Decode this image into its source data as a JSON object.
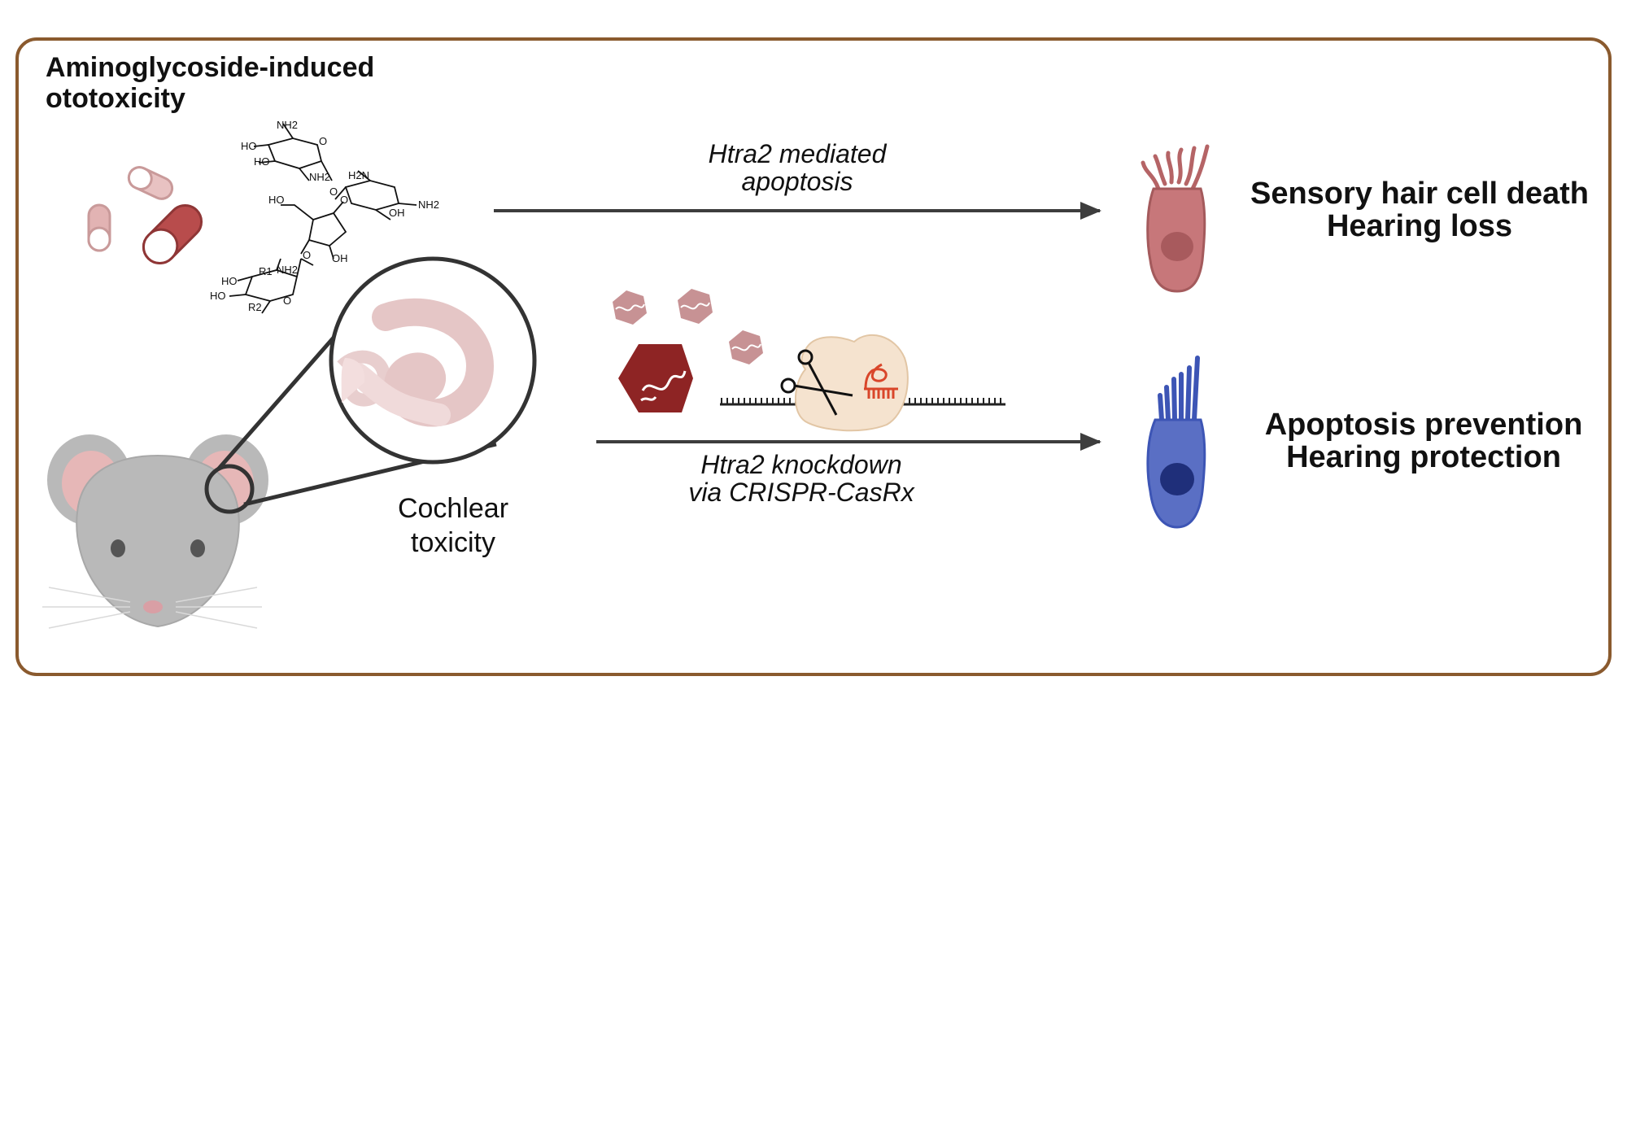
{
  "panel": {
    "title_line1": "Aminoglycoside-induced",
    "title_line2": "ototoxicity"
  },
  "top_path": {
    "arrow_label_line1": "Htra2 mediated",
    "arrow_label_line2": "apoptosis",
    "outcome_line1": "Sensory hair cell death",
    "outcome_line2": "Hearing loss"
  },
  "bottom_path": {
    "arrow_label_line1": "Htra2 knockdown",
    "arrow_label_line2": "via CRISPR-CasRx",
    "outcome_line1": "Apoptosis prevention",
    "outcome_line2": "Hearing protection"
  },
  "cochlea": {
    "label_line1": "Cochlear",
    "label_line2": "toxicity"
  },
  "molecule": {
    "groups": [
      "NH2",
      "HO",
      "HO",
      "NH2",
      "H2N",
      "O",
      "NH2",
      "OH",
      "HO",
      "OH",
      "HO",
      "HO",
      "R1",
      "NH2",
      "R2",
      "O",
      "O",
      "O",
      "O"
    ]
  },
  "colors": {
    "border": "#8a5a2e",
    "arrow": "#3d3d3d",
    "dead_cell": "#c7777a",
    "protected_cell": "#5a6fc4",
    "capsule_dark": "#b84c4c",
    "capsule_light": "#e2b3b3",
    "vector_dark": "#8e2424",
    "vector_light": "#c79294",
    "casrx": "#f5e3cf",
    "guide_rna": "#d9462a",
    "mouse": "#b9b9b9",
    "ear_inner": "#e6b7b7"
  },
  "icons": [
    "capsule-icon",
    "chemical-structure-icon",
    "aav-vector-icon",
    "scissors-icon",
    "casrx-protein-icon",
    "hair-cell-icon",
    "mouse-head-icon",
    "cochlea-icon",
    "magnifier-icon"
  ]
}
